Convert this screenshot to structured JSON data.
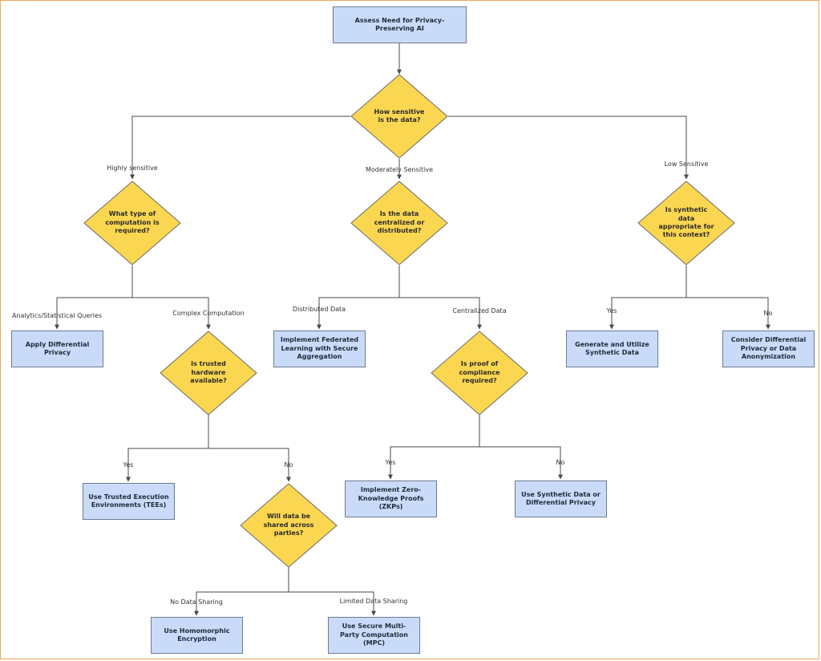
{
  "colors": {
    "process_fill": "#c9dbf8",
    "decision_fill": "#fbd650",
    "edge": "#4a4a4a"
  },
  "nodes": {
    "start": "Assess Need for Privacy-Preserving AI",
    "q_sensitivity": "How sensitive is the data?",
    "q_computation": "What type of computation is required?",
    "q_location": "Is the data centralized or distributed?",
    "q_synthetic": "Is synthetic data appropriate for this context?",
    "apply_dp": "Apply Differential Privacy",
    "q_trusted_hw": "Is trusted hardware available?",
    "federated": "Implement Federated Learning with Secure Aggregation",
    "q_proof": "Is proof of compliance required?",
    "gen_synthetic": "Generate and Utilize Synthetic Data",
    "consider_dp": "Consider Differential Privacy or Data Anonymization",
    "tees": "Use Trusted Execution Environments (TEEs)",
    "q_shared": "Will data be shared across parties?",
    "zkp": "Implement Zero-Knowledge Proofs (ZKPs)",
    "synthetic_or_dp": "Use Synthetic Data or Differential Privacy",
    "homomorphic": "Use Homomorphic Encryption",
    "mpc": "Use Secure Multi-Party Computation (MPC)"
  },
  "edges": {
    "highly": "Highly sensitive",
    "moderately": "Moderately Sensitive",
    "low": "Low Sensitive",
    "analytics": "Analytics/Statistical Queries",
    "complex": "Complex Computation",
    "distributed": "Distributed Data",
    "centralized": "Centralized Data",
    "syn_yes": "Yes",
    "syn_no": "No",
    "hw_yes": "Yes",
    "hw_no": "No",
    "proof_yes": "Yes",
    "proof_no": "No",
    "no_sharing": "No Data Sharing",
    "limited_sharing": "Limited Data Sharing"
  }
}
